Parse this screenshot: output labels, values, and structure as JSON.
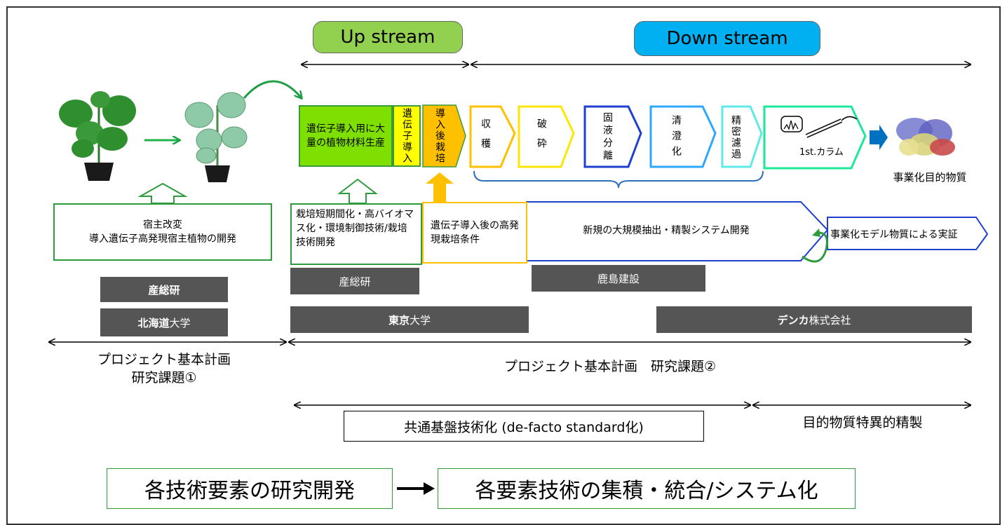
{
  "header": {
    "upstream": "Up stream",
    "downstream": "Down stream"
  },
  "plants_note": "",
  "upstream_steps": {
    "material": "遺伝子導入用に大量の植物材料生産",
    "gene": "遺伝子導入",
    "cultivation": "導入後栽培"
  },
  "downstream_steps": [
    {
      "label": "収穫"
    },
    {
      "label": "破砕"
    },
    {
      "label": "固液分離"
    },
    {
      "label": "清澄化"
    },
    {
      "label": "精密濾過"
    }
  ],
  "column_label": "1st.カラム",
  "product_label": "事業化目的物質",
  "tasks": {
    "host": "宿主改変\n導入遺伝子高発現宿主植物の開発",
    "cultivation_tech": "栽培短期間化・高バイオマス化・環境制御技術/栽培技術開発",
    "expression": "遺伝子導入後の高発現栽培条件",
    "extraction": "新規の大規模抽出・精製システム開発",
    "demo": "事業化モデル物質による実証"
  },
  "orgs": {
    "sansouken_left": "産総研",
    "hokkaido_bold": "北海道",
    "hokkaido_rest": "大学",
    "sansouken_mid": "産総研",
    "kajima": "鹿島建設",
    "tokyo_bold": "東京",
    "tokyo_rest": "大学",
    "denka_bold": "デンカ",
    "denka_rest": "株式会社"
  },
  "plans": {
    "plan1_line1": "プロジェクト基本計画",
    "plan1_line2": "研究課題①",
    "plan2": "プロジェクト基本計画　研究課題②"
  },
  "common": {
    "standard": "共通基盤技術化 (de-facto standard化)",
    "specific": "目的物質特異的精製"
  },
  "footer": {
    "left": "各技術要素の研究開発",
    "right": "各要素技術の集積・統合/システム化"
  },
  "colors": {
    "upstream_pill": "#92d050",
    "downstream_pill": "#00b0f0",
    "lime": "#7fe000",
    "yellow": "#ffff00",
    "orange": "#ffc000",
    "green_border": "#2e9b3c",
    "blue_border": "#1f3fcf",
    "dark_bar": "#555555"
  }
}
